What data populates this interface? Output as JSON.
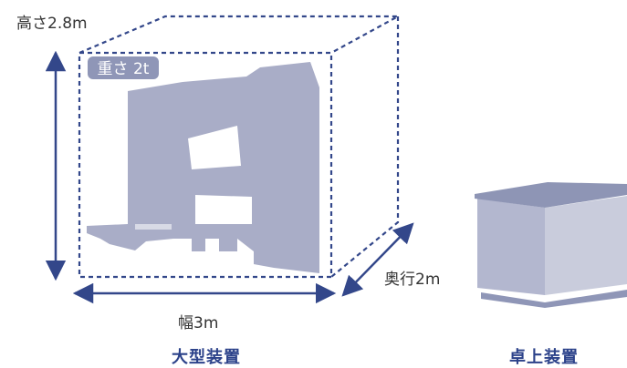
{
  "large": {
    "height_label": "高さ2.8m",
    "weight_label": "重さ 2t",
    "width_label": "幅3m",
    "depth_label": "奥行2m",
    "caption": "大型装置"
  },
  "small": {
    "caption": "卓上装置"
  },
  "colors": {
    "arrow": "#33478a",
    "dashed": "#33478a",
    "machine": "#a9adc7",
    "badge": "#8f96b7",
    "caption": "#2c428a",
    "box_top": "#8e95b5",
    "box_front": "#b3b7cf",
    "box_right": "#c9ccdc",
    "box_base": "#8f96b7"
  }
}
